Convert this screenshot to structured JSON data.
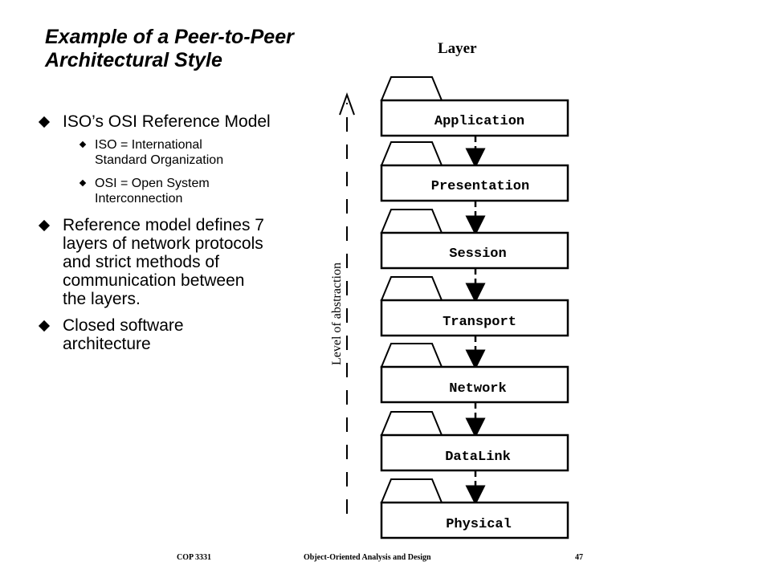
{
  "slide": {
    "title_line1": "Example of a Peer-to-Peer",
    "title_line2": "Architectural Style"
  },
  "bullets": [
    {
      "text": "ISO’s OSI Reference Model",
      "sub": [
        {
          "line1": "ISO = International",
          "line2": "Standard Organization"
        },
        {
          "line1": "OSI = Open System",
          "line2": "Interconnection"
        }
      ]
    },
    {
      "lines": [
        "Reference model defines 7",
        "layers of network protocols",
        "and strict methods of",
        "communication between",
        "the layers."
      ]
    },
    {
      "lines": [
        "Closed software",
        "architecture"
      ]
    }
  ],
  "diagram": {
    "heading": "Layer",
    "axis_label": "Level of abstraction",
    "layers": [
      "Application",
      "Presentation",
      "Session",
      "Transport",
      "Network",
      "DataLink",
      "Physical"
    ]
  },
  "footer": {
    "course": "COP 3331",
    "subject": "Object-Oriented Analysis and Design",
    "page": "47"
  }
}
